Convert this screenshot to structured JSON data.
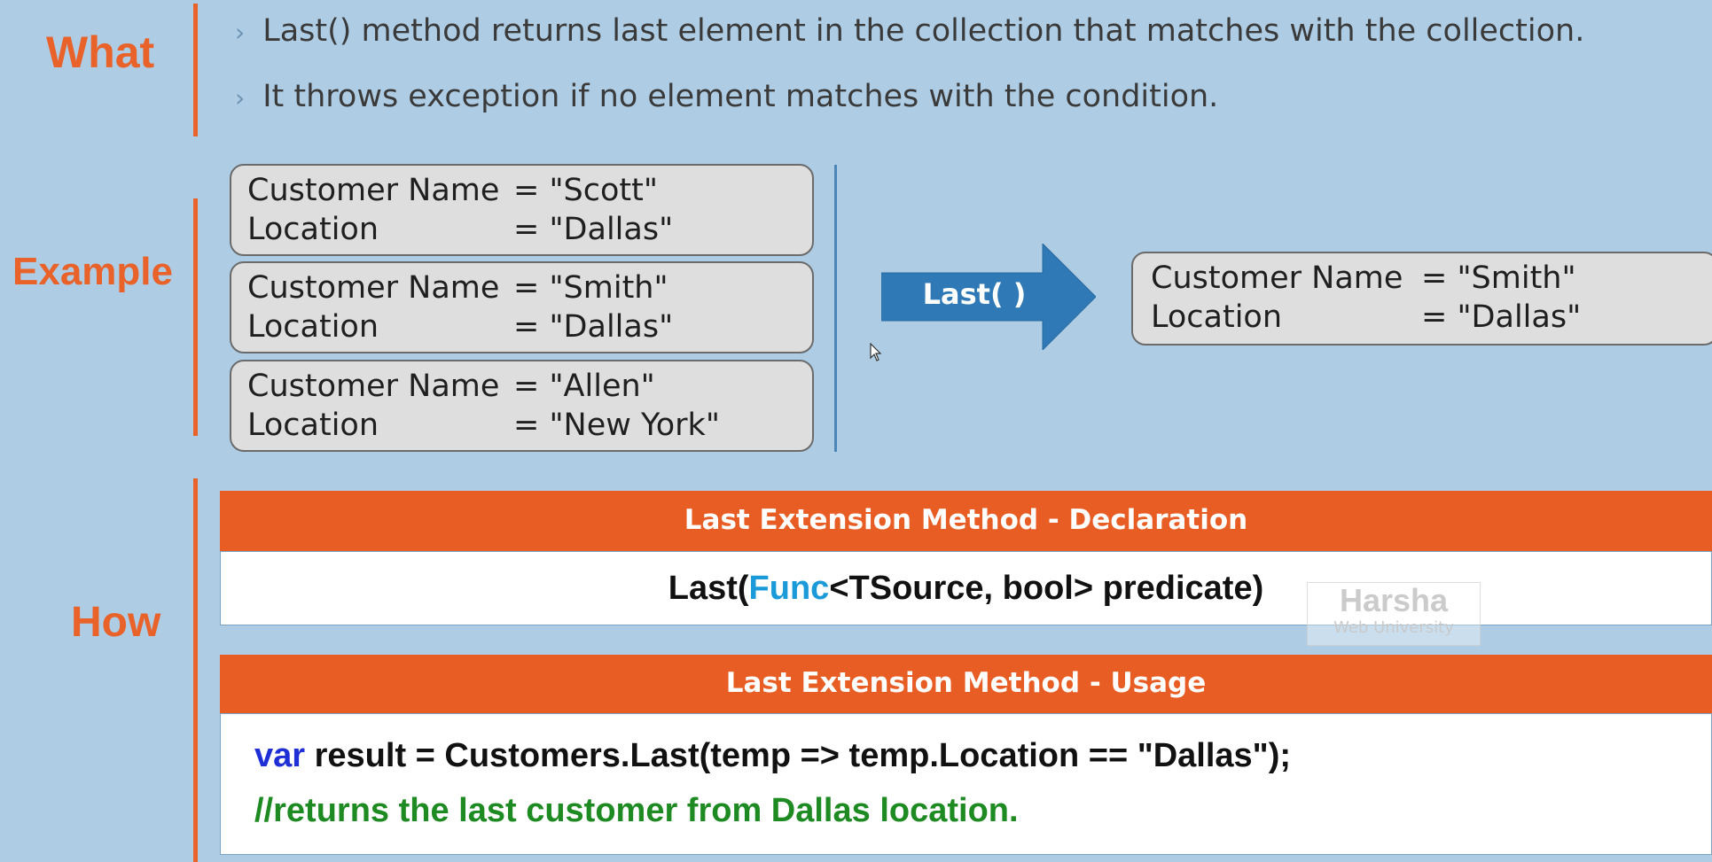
{
  "sections": {
    "what": "What",
    "example": "Example",
    "how": "How"
  },
  "bullets": {
    "marker": "›",
    "line1": "Last() method returns last element in the collection that matches with the collection.",
    "line2": "It throws exception if no element matches with the condition."
  },
  "example": {
    "cards": [
      {
        "name_key": "Customer Name",
        "name_val": "= \"Scott\"",
        "loc_key": "Location",
        "loc_val": "= \"Dallas\""
      },
      {
        "name_key": "Customer Name",
        "name_val": "= \"Smith\"",
        "loc_key": "Location",
        "loc_val": "= \"Dallas\""
      },
      {
        "name_key": "Customer Name",
        "name_val": "= \"Allen\"",
        "loc_key": "Location",
        "loc_val": "= \"New York\""
      }
    ],
    "arrow_label": "Last( )",
    "result": {
      "name_key": "Customer Name",
      "name_val": "= \"Smith\"",
      "loc_key": "Location",
      "loc_val": "= \"Dallas\""
    }
  },
  "how": {
    "declaration_title": "Last Extension Method - Declaration",
    "decl_prefix": "Last(",
    "decl_func": "Func",
    "decl_suffix": "<TSource, bool>  predicate)",
    "usage_title": "Last Extension Method - Usage",
    "usage_var": "var",
    "usage_code": " result = Customers.Last(temp => temp.Location == \"Dallas\");",
    "usage_comment": "//returns the last customer from Dallas location."
  },
  "watermark": {
    "title": "Harsha",
    "subtitle": "Web University"
  },
  "colors": {
    "background": "#aecde5",
    "accent_orange": "#e8622a",
    "arrow_blue": "#2f7ab6",
    "func_blue": "#1a9ad8",
    "var_blue": "#1f2fd6",
    "comment_green": "#1d8a22"
  }
}
